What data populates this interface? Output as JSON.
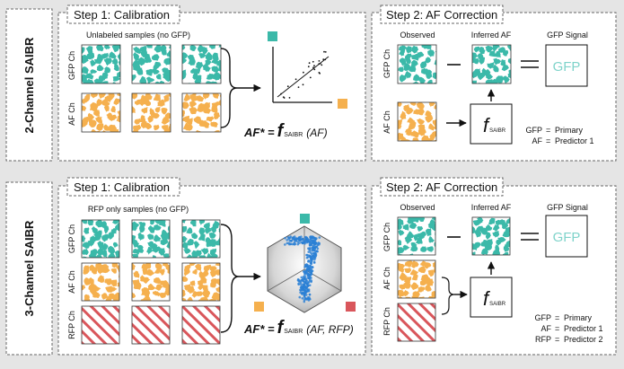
{
  "row1": {
    "label": "2-Channel SAIBR",
    "calibration": {
      "step_title": "Step 1: Calibration",
      "subtitle": "Unlabeled samples (no GFP)",
      "channel_labels": [
        "GFP Ch",
        "AF Ch"
      ],
      "equation": {
        "lhs": "AF* =",
        "f": "f",
        "sub": "SAIBR",
        "arg": "(AF)"
      }
    },
    "correction": {
      "step_title": "Step 2: AF Correction",
      "col_observed": "Observed",
      "col_inferred": "Inferred AF",
      "col_signal": "GFP Signal",
      "signal_text": "GFP",
      "channel_labels": [
        "GFP Ch",
        "AF Ch"
      ],
      "f": "f",
      "f_sub": "SAIBR",
      "legend": [
        {
          "key": "GFP",
          "value": "Primary"
        },
        {
          "key": "AF",
          "value": "Predictor 1"
        }
      ]
    }
  },
  "row2": {
    "label": "3-Channel SAIBR",
    "calibration": {
      "step_title": "Step 1: Calibration",
      "subtitle": "RFP only samples (no GFP)",
      "channel_labels": [
        "GFP Ch",
        "AF Ch",
        "RFP Ch"
      ],
      "equation": {
        "lhs": "AF* =",
        "f": "f",
        "sub": "SAIBR",
        "arg": "(AF, RFP)"
      }
    },
    "correction": {
      "step_title": "Step 2: AF Correction",
      "col_observed": "Observed",
      "col_inferred": "Inferred AF",
      "col_signal": "GFP Signal",
      "signal_text": "GFP",
      "channel_labels": [
        "GFP Ch",
        "AF Ch",
        "RFP Ch"
      ],
      "f": "f",
      "f_sub": "SAIBR",
      "legend": [
        {
          "key": "GFP",
          "value": "Primary"
        },
        {
          "key": "AF",
          "value": "Predictor 1"
        },
        {
          "key": "RFP",
          "value": "Predictor 2"
        }
      ]
    }
  },
  "colors": {
    "gfp": "#3bb9a9",
    "af": "#f5b04e",
    "rfp": "#d9565b",
    "scatter3d": "#2a7fd4",
    "signal_text": "#7fd3ca",
    "panel_border": "#555555",
    "box_fill": "#ffffff"
  }
}
